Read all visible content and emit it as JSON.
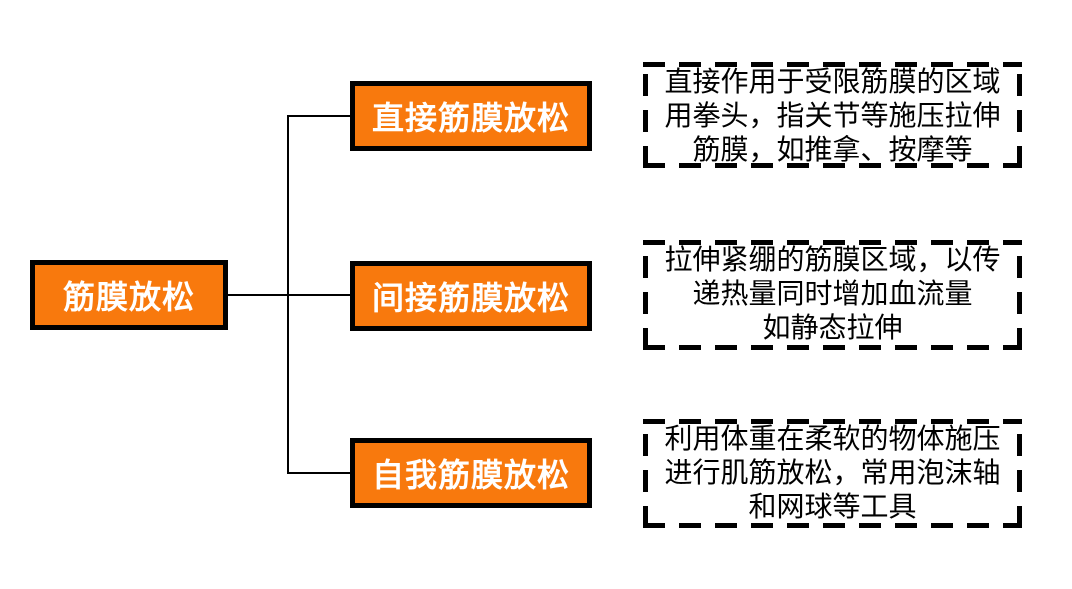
{
  "colors": {
    "node_fill": "#F8790D",
    "node_border": "#000000",
    "node_text": "#FFFFFF",
    "connector": "#000000",
    "desc_border": "#000000",
    "desc_text": "#000000",
    "background": "#FFFFFF"
  },
  "diagram": {
    "root": {
      "label": "筋膜放松"
    },
    "branches": [
      {
        "label": "直接筋膜放松",
        "description_lines": [
          "直接作用于受限筋膜的区域",
          "用拳头，指关节等施压拉伸",
          "筋膜，如推拿、按摩等"
        ]
      },
      {
        "label": "间接筋膜放松",
        "description_lines": [
          "拉伸紧绷的筋膜区域，以传",
          "递热量同时增加血流量",
          "如静态拉伸"
        ]
      },
      {
        "label": "自我筋膜放松",
        "description_lines": [
          "利用体重在柔软的物体施压",
          "进行肌筋放松，常用泡沫轴",
          "和网球等工具"
        ]
      }
    ]
  }
}
